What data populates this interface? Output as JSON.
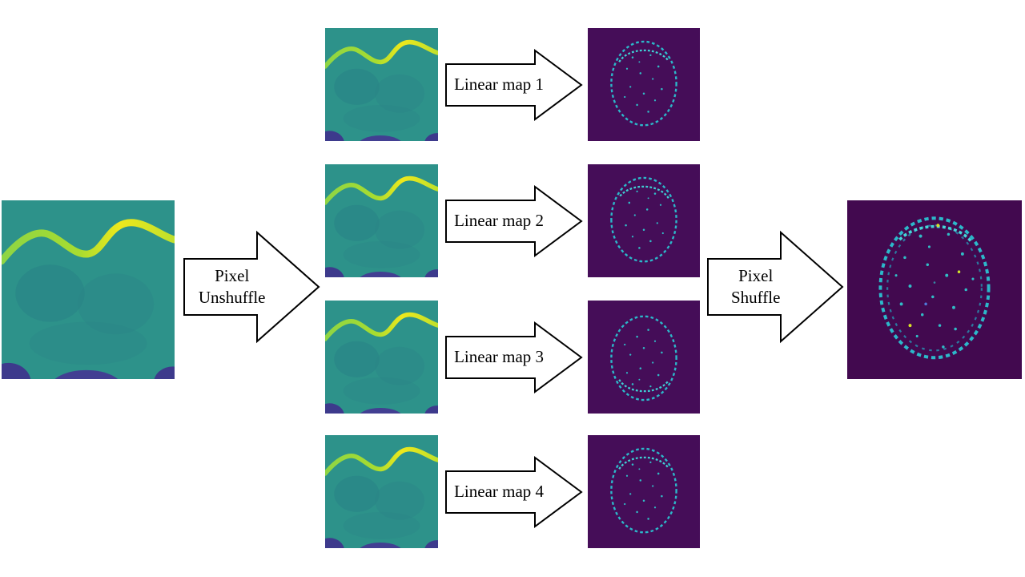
{
  "diagram": {
    "pixel_unshuffle": {
      "line1": "Pixel",
      "line2": "Unshuffle"
    },
    "pixel_shuffle": {
      "line1": "Pixel",
      "line2": "Shuffle"
    },
    "linear_maps": [
      {
        "label": "Linear map 1"
      },
      {
        "label": "Linear map 2"
      },
      {
        "label": "Linear map 3"
      },
      {
        "label": "Linear map 4"
      }
    ],
    "colors": {
      "background": "#ffffff",
      "teal_image_bg": "#2d928a",
      "bright_wave_line": "#d9e226",
      "dark_bottom_blob": "#3d3a8c",
      "purple_image_bg": "#450d58",
      "cyan_edge": "#2cb8ca",
      "arrow_fill": "#ffffff",
      "arrow_outline": "#000000"
    },
    "icons": {
      "arrow": "right-block-arrow-icon"
    }
  }
}
